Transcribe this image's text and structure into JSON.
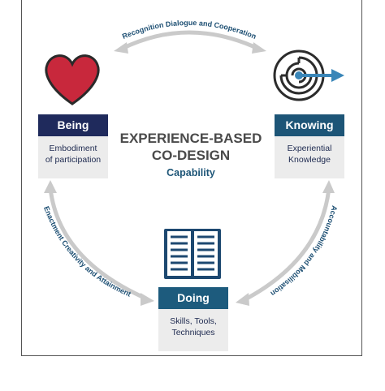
{
  "title": [
    "EXPERIENCE-BASED",
    "CO-DESIGN"
  ],
  "subtitle": "Capability",
  "arcs": {
    "top": "Recognition Dialogue and Cooperation",
    "right": "Accountability and Mobilisation",
    "left": "Enactment Creativity and Attainment"
  },
  "being": {
    "label": "Being",
    "desc": [
      "Embodiment",
      "of participation"
    ]
  },
  "knowing": {
    "label": "Knowing",
    "desc": [
      "Experiential",
      "Knowledge"
    ]
  },
  "doing": {
    "label": "Doing",
    "desc": [
      "Skills, Tools,",
      "Techniques"
    ]
  },
  "colors": {
    "navy": "#1f2a5c",
    "teal": "#1d5577",
    "arrow": "#c9c9c9",
    "heart": "#c8283c",
    "target_arrow": "#3a86b8"
  },
  "icons": {
    "being": "heart-icon",
    "knowing": "maze-target-icon",
    "doing": "open-book-icon"
  }
}
